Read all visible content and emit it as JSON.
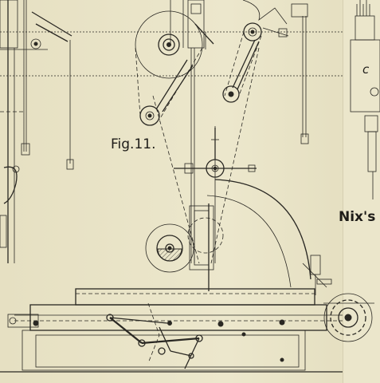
{
  "figure": {
    "label": "Fig.11.",
    "right_caption": "Nix's",
    "corner_letter": "c"
  },
  "colors": {
    "paper": "#e9e4c8",
    "ink": "#2a2823"
  }
}
